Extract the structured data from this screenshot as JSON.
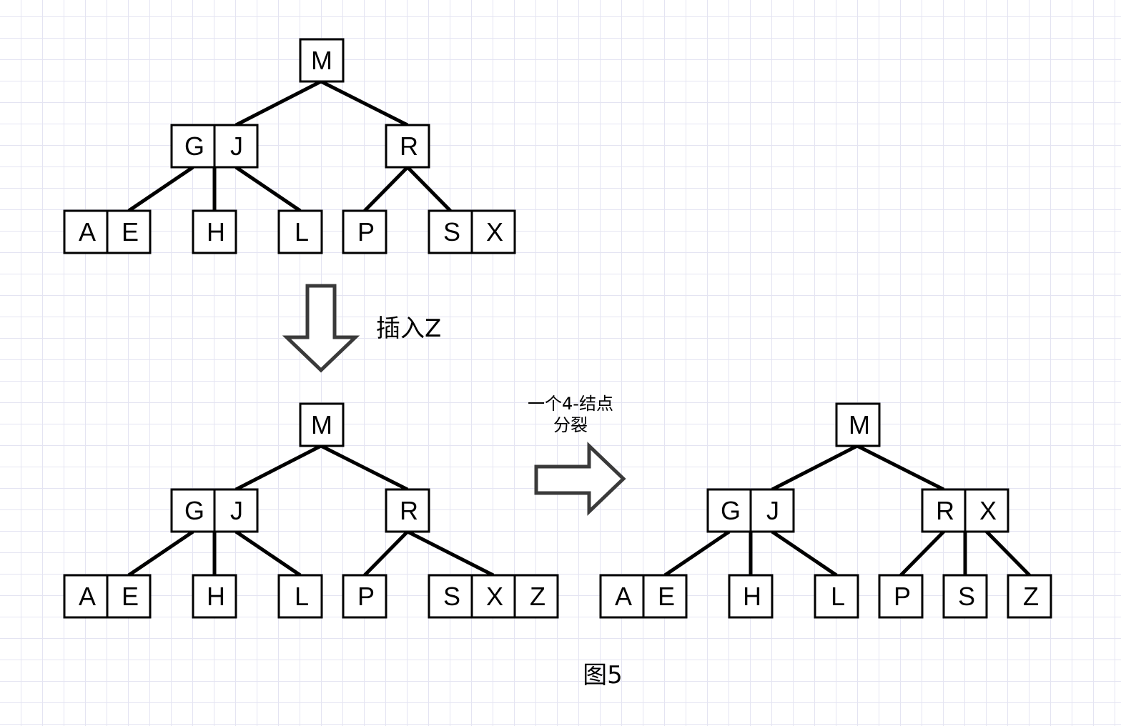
{
  "diagram": {
    "insert_label": "插入Z",
    "split_label_line1": "一个4-结点",
    "split_label_line2": "分裂",
    "figure_caption": "图5"
  },
  "trees": {
    "before": {
      "root": [
        "M"
      ],
      "level1": [
        [
          "G",
          "J"
        ],
        [
          "R"
        ]
      ],
      "level2": [
        [
          "A",
          "E"
        ],
        [
          "H"
        ],
        [
          "L"
        ],
        [
          "P"
        ],
        [
          "S",
          "X"
        ]
      ]
    },
    "after_insert": {
      "root": [
        "M"
      ],
      "level1": [
        [
          "G",
          "J"
        ],
        [
          "R"
        ]
      ],
      "level2": [
        [
          "A",
          "E"
        ],
        [
          "H"
        ],
        [
          "L"
        ],
        [
          "P"
        ],
        [
          "S",
          "X",
          "Z"
        ]
      ]
    },
    "after_split": {
      "root": [
        "M"
      ],
      "level1": [
        [
          "G",
          "J"
        ],
        [
          "R",
          "X"
        ]
      ],
      "level2": [
        [
          "A",
          "E"
        ],
        [
          "H"
        ],
        [
          "L"
        ],
        [
          "P"
        ],
        [
          "S"
        ],
        [
          "Z"
        ]
      ]
    }
  },
  "colors": {
    "line": "#000000",
    "box_fill": "#ffffff",
    "arrow_outline": "#3a3a3a",
    "grid": "#e4e4f2"
  }
}
